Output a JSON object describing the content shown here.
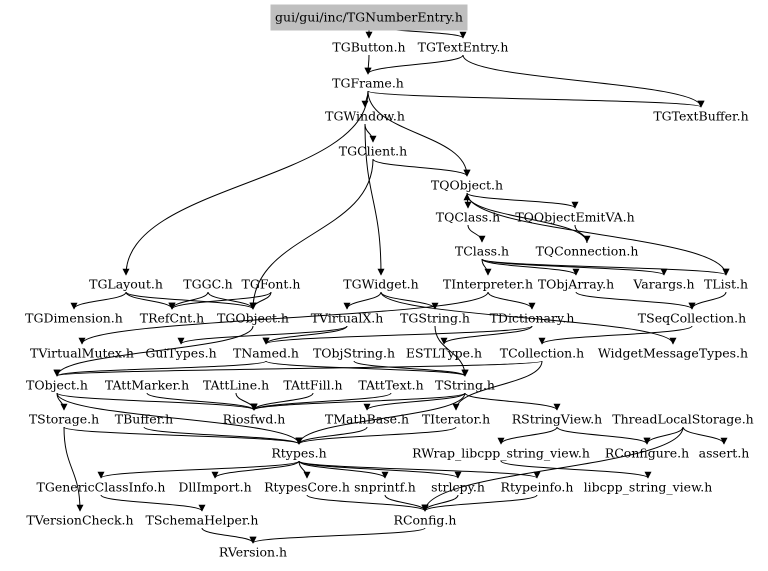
{
  "diagram": {
    "root": "gui/gui/inc/TGNumberEntry.h",
    "nodes": [
      {
        "id": "TGNumberEntry",
        "label": "gui/gui/inc/TGNumberEntry.h"
      },
      {
        "id": "TGButton",
        "label": "TGButton.h"
      },
      {
        "id": "TGTextEntry",
        "label": "TGTextEntry.h"
      },
      {
        "id": "TGFrame",
        "label": "TGFrame.h"
      },
      {
        "id": "TGTextBuffer",
        "label": "TGTextBuffer.h"
      },
      {
        "id": "TGWindow",
        "label": "TGWindow.h"
      },
      {
        "id": "TGClient",
        "label": "TGClient.h"
      },
      {
        "id": "TQObject",
        "label": "TQObject.h"
      },
      {
        "id": "TQClass",
        "label": "TQClass.h"
      },
      {
        "id": "TQObjectEmitVA",
        "label": "TQObjectEmitVA.h"
      },
      {
        "id": "TClass",
        "label": "TClass.h"
      },
      {
        "id": "TQConnection",
        "label": "TQConnection.h"
      },
      {
        "id": "TGLayout",
        "label": "TGLayout.h"
      },
      {
        "id": "TGGC",
        "label": "TGGC.h"
      },
      {
        "id": "TGFont",
        "label": "TGFont.h"
      },
      {
        "id": "TGWidget",
        "label": "TGWidget.h"
      },
      {
        "id": "TInterpreter",
        "label": "TInterpreter.h"
      },
      {
        "id": "TObjArray",
        "label": "TObjArray.h"
      },
      {
        "id": "Varargs",
        "label": "Varargs.h"
      },
      {
        "id": "TList",
        "label": "TList.h"
      },
      {
        "id": "TGDimension",
        "label": "TGDimension.h"
      },
      {
        "id": "TRefCnt",
        "label": "TRefCnt.h"
      },
      {
        "id": "TGObject",
        "label": "TGObject.h"
      },
      {
        "id": "TVirtualX",
        "label": "TVirtualX.h"
      },
      {
        "id": "TGString",
        "label": "TGString.h"
      },
      {
        "id": "TDictionary",
        "label": "TDictionary.h"
      },
      {
        "id": "TSeqCollection",
        "label": "TSeqCollection.h"
      },
      {
        "id": "TVirtualMutex",
        "label": "TVirtualMutex.h"
      },
      {
        "id": "GuiTypes",
        "label": "GuiTypes.h"
      },
      {
        "id": "TNamed",
        "label": "TNamed.h"
      },
      {
        "id": "TObjString",
        "label": "TObjString.h"
      },
      {
        "id": "ESTLType",
        "label": "ESTLType.h"
      },
      {
        "id": "TCollection",
        "label": "TCollection.h"
      },
      {
        "id": "WidgetMessageTypes",
        "label": "WidgetMessageTypes.h"
      },
      {
        "id": "TObject",
        "label": "TObject.h"
      },
      {
        "id": "TAttMarker",
        "label": "TAttMarker.h"
      },
      {
        "id": "TAttLine",
        "label": "TAttLine.h"
      },
      {
        "id": "TAttFill",
        "label": "TAttFill.h"
      },
      {
        "id": "TAttText",
        "label": "TAttText.h"
      },
      {
        "id": "TString",
        "label": "TString.h"
      },
      {
        "id": "TStorage",
        "label": "TStorage.h"
      },
      {
        "id": "TBuffer",
        "label": "TBuffer.h"
      },
      {
        "id": "Riosfwd",
        "label": "Riosfwd.h"
      },
      {
        "id": "TMathBase",
        "label": "TMathBase.h"
      },
      {
        "id": "TIterator",
        "label": "TIterator.h"
      },
      {
        "id": "RStringView",
        "label": "RStringView.h"
      },
      {
        "id": "ThreadLocalStorage",
        "label": "ThreadLocalStorage.h"
      },
      {
        "id": "Rtypes",
        "label": "Rtypes.h"
      },
      {
        "id": "RWrap",
        "label": "RWrap_libcpp_string_view.h"
      },
      {
        "id": "RConfigure",
        "label": "RConfigure.h"
      },
      {
        "id": "assert",
        "label": "assert.h"
      },
      {
        "id": "TGenericClassInfo",
        "label": "TGenericClassInfo.h"
      },
      {
        "id": "DllImport",
        "label": "DllImport.h"
      },
      {
        "id": "RtypesCore",
        "label": "RtypesCore.h"
      },
      {
        "id": "snprintf",
        "label": "snprintf.h"
      },
      {
        "id": "strlcpy",
        "label": "strlcpy.h"
      },
      {
        "id": "Rtypeinfo",
        "label": "Rtypeinfo.h"
      },
      {
        "id": "libcpp",
        "label": "libcpp_string_view.h"
      },
      {
        "id": "TVersionCheck",
        "label": "TVersionCheck.h"
      },
      {
        "id": "TSchemaHelper",
        "label": "TSchemaHelper.h"
      },
      {
        "id": "RConfig",
        "label": "RConfig.h"
      },
      {
        "id": "RVersion",
        "label": "RVersion.h"
      }
    ],
    "edges": [
      [
        "TGNumberEntry",
        "TGButton"
      ],
      [
        "TGNumberEntry",
        "TGTextEntry"
      ],
      [
        "TGButton",
        "TGFrame"
      ],
      [
        "TGTextEntry",
        "TGFrame"
      ],
      [
        "TGTextEntry",
        "TGTextBuffer"
      ],
      [
        "TGFrame",
        "TGWindow"
      ],
      [
        "TGFrame",
        "TGLayout"
      ],
      [
        "TGFrame",
        "TQObject"
      ],
      [
        "TGFrame",
        "TGTextBuffer"
      ],
      [
        "TGWindow",
        "TGClient"
      ],
      [
        "TGWindow",
        "TGWidget"
      ],
      [
        "TGClient",
        "TQObject"
      ],
      [
        "TGClient",
        "TGObject"
      ],
      [
        "TQObject",
        "TQClass"
      ],
      [
        "TQObject",
        "TQObjectEmitVA"
      ],
      [
        "TQObject",
        "TList"
      ],
      [
        "TQClass",
        "TClass"
      ],
      [
        "TQObjectEmitVA",
        "TQConnection"
      ],
      [
        "TQConnection",
        "TQObject"
      ],
      [
        "TClass",
        "TInterpreter"
      ],
      [
        "TClass",
        "TObjArray"
      ],
      [
        "TClass",
        "Varargs"
      ],
      [
        "TClass",
        "TList"
      ],
      [
        "TGLayout",
        "TGDimension"
      ],
      [
        "TGLayout",
        "TRefCnt"
      ],
      [
        "TGLayout",
        "TGObject"
      ],
      [
        "TGGC",
        "TRefCnt"
      ],
      [
        "TGGC",
        "TGObject"
      ],
      [
        "TGFont",
        "TRefCnt"
      ],
      [
        "TGFont",
        "TGObject"
      ],
      [
        "TGWidget",
        "TGString"
      ],
      [
        "TGWidget",
        "TVirtualX"
      ],
      [
        "TGWidget",
        "WidgetMessageTypes"
      ],
      [
        "TInterpreter",
        "TDictionary"
      ],
      [
        "TInterpreter",
        "TVirtualMutex"
      ],
      [
        "TObjArray",
        "TSeqCollection"
      ],
      [
        "TList",
        "TSeqCollection"
      ],
      [
        "TGObject",
        "TObject"
      ],
      [
        "TVirtualX",
        "TNamed"
      ],
      [
        "TVirtualX",
        "GuiTypes"
      ],
      [
        "TGString",
        "TString"
      ],
      [
        "TDictionary",
        "TNamed"
      ],
      [
        "TDictionary",
        "ESTLType"
      ],
      [
        "TSeqCollection",
        "TCollection"
      ],
      [
        "TCollection",
        "TObject"
      ],
      [
        "TCollection",
        "TIterator"
      ],
      [
        "TNamed",
        "TObject"
      ],
      [
        "TNamed",
        "TString"
      ],
      [
        "TObjString",
        "TString"
      ],
      [
        "TObject",
        "TStorage"
      ],
      [
        "TObject",
        "Riosfwd"
      ],
      [
        "TObject",
        "Rtypes"
      ],
      [
        "TAttMarker",
        "Riosfwd"
      ],
      [
        "TAttLine",
        "Riosfwd"
      ],
      [
        "TAttFill",
        "Riosfwd"
      ],
      [
        "TAttText",
        "Riosfwd"
      ],
      [
        "TString",
        "Riosfwd"
      ],
      [
        "TString",
        "TMathBase"
      ],
      [
        "TString",
        "RStringView"
      ],
      [
        "TString",
        "Rtypes"
      ],
      [
        "TBuffer",
        "Rtypes"
      ],
      [
        "TStorage",
        "Rtypes"
      ],
      [
        "TIterator",
        "Rtypes"
      ],
      [
        "TMathBase",
        "Rtypes"
      ],
      [
        "RStringView",
        "RWrap"
      ],
      [
        "RStringView",
        "RConfigure"
      ],
      [
        "ThreadLocalStorage",
        "RConfigure"
      ],
      [
        "ThreadLocalStorage",
        "assert"
      ],
      [
        "ThreadLocalStorage",
        "RConfig"
      ],
      [
        "RWrap",
        "libcpp"
      ],
      [
        "Rtypes",
        "TGenericClassInfo"
      ],
      [
        "Rtypes",
        "DllImport"
      ],
      [
        "Rtypes",
        "RtypesCore"
      ],
      [
        "Rtypes",
        "snprintf"
      ],
      [
        "Rtypes",
        "strlcpy"
      ],
      [
        "Rtypes",
        "Rtypeinfo"
      ],
      [
        "TGenericClassInfo",
        "TSchemaHelper"
      ],
      [
        "RtypesCore",
        "RConfig"
      ],
      [
        "snprintf",
        "RConfig"
      ],
      [
        "strlcpy",
        "RConfig"
      ],
      [
        "Rtypeinfo",
        "RConfig"
      ],
      [
        "TStorage",
        "TVersionCheck"
      ],
      [
        "TSchemaHelper",
        "RVersion"
      ],
      [
        "RConfig",
        "RVersion"
      ]
    ]
  }
}
